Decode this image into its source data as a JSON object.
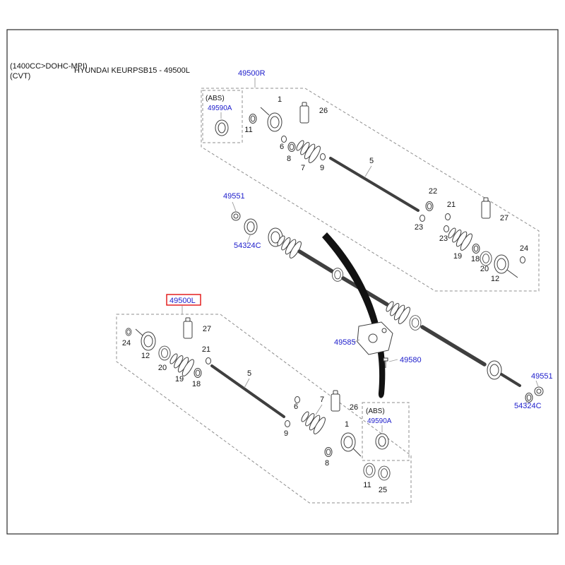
{
  "header": {
    "line1": "(1400CC>DOHC-MPI)",
    "line2": "(CVT)",
    "title": "HYUNDAI KEURPSB15 - 49500L"
  },
  "colors": {
    "label_blue": "#2020cc",
    "highlight_red": "#e01010",
    "drawing_line": "#3f3f3f",
    "dash_gray": "#8f8f8f"
  },
  "regions": {
    "right": {
      "code": "49500R"
    },
    "left": {
      "code": "49500L",
      "highlighted": true
    },
    "abs_top": {
      "caption": "(ABS)",
      "code": "49590A"
    },
    "abs_bottom": {
      "caption": "(ABS)",
      "code": "49590A"
    }
  },
  "part_labels": [
    {
      "id": "49551_top",
      "code": "49551"
    },
    {
      "id": "54324C_top",
      "code": "54324C"
    },
    {
      "id": "49585",
      "code": "49585"
    },
    {
      "id": "49580",
      "code": "49580"
    },
    {
      "id": "49551_bottom",
      "code": "49551"
    },
    {
      "id": "54324C_bottom",
      "code": "54324C"
    }
  ],
  "callouts_top": [
    "1",
    "26",
    "11",
    "6",
    "8",
    "7",
    "9",
    "5",
    "22",
    "21",
    "23",
    "23",
    "27",
    "19",
    "18",
    "20",
    "12",
    "24"
  ],
  "callouts_bottom": [
    "24",
    "12",
    "20",
    "19",
    "18",
    "21",
    "27",
    "5",
    "9",
    "6",
    "7",
    "26",
    "8",
    "1",
    "11",
    "25"
  ]
}
